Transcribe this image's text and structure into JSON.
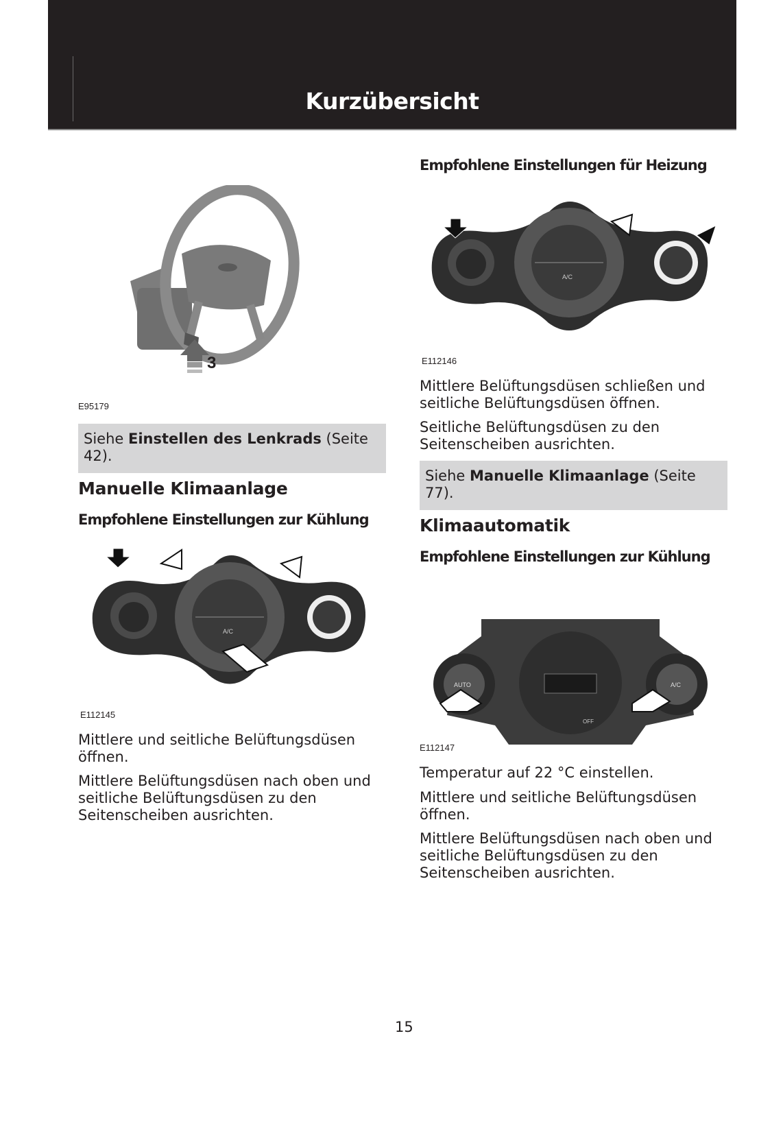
{
  "header": {
    "title": "Kurzübersicht"
  },
  "left": {
    "figure1": {
      "caption": "E95179",
      "callout": "3"
    },
    "note1": {
      "prefix": "Siehe ",
      "link": "Einstellen des Lenkrads",
      "suffix": " (Seite 42)."
    },
    "section_title": "Manuelle Klimaanlage",
    "subsection_title": "Empfohlene Einstellungen zur Kühlung",
    "figure2": {
      "caption": "E112145",
      "panel_label": "A/C"
    },
    "paragraphs": [
      "Mittlere und seitliche Belüftungsdüsen öffnen.",
      "Mittlere Belüftungsdüsen nach oben und seitliche Belüftungsdüsen zu den Seitenscheiben ausrichten."
    ]
  },
  "right": {
    "subsection_title_heating": "Empfohlene Einstellungen für Heizung",
    "figure3": {
      "caption": "E112146",
      "panel_label": "A/C"
    },
    "paragraphs_heating": [
      "Mittlere Belüftungsdüsen schließen und seitliche Belüftungsdüsen öffnen.",
      "Seitliche Belüftungsdüsen zu den Seitenscheiben ausrichten."
    ],
    "note2": {
      "prefix": "Siehe ",
      "link": "Manuelle Klimaanlage",
      "suffix": " (Seite 77)."
    },
    "section_title": "Klimaautomatik",
    "subsection_title_cooling": "Empfohlene Einstellungen zur Kühlung",
    "figure4": {
      "caption": "E112147",
      "auto_label": "AUTO",
      "ac_label": "A/C",
      "off_label": "OFF"
    },
    "paragraphs_cooling": [
      "Temperatur auf 22 °C einstellen.",
      "Mittlere und seitliche Belüftungsdüsen öffnen.",
      "Mittlere Belüftungsdüsen nach oben und seitliche Belüftungsdüsen zu den Seitenscheiben ausrichten."
    ]
  },
  "footer": {
    "page_number": "15"
  }
}
